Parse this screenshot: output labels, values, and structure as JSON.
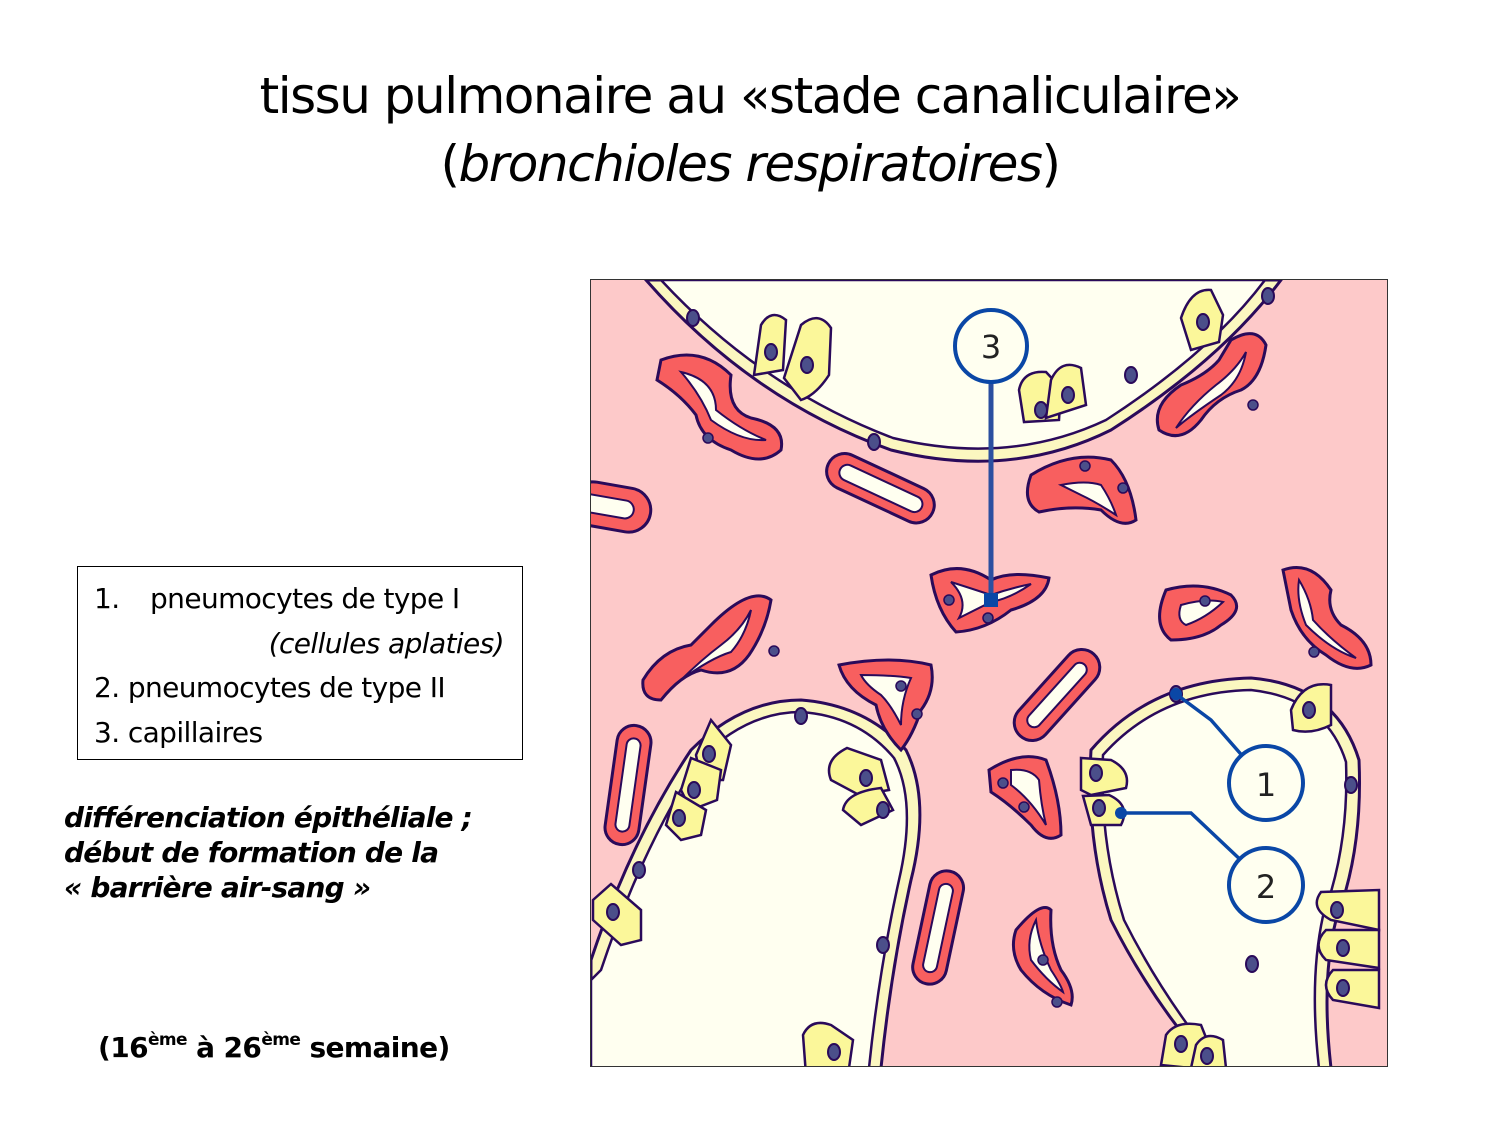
{
  "slide": {
    "title_line1": "tissu pulmonaire au «stade canaliculaire»",
    "title_line2_open": "(",
    "title_line2_italic": "bronchioles respiratoires",
    "title_line2_close": ")"
  },
  "legend": {
    "items": [
      {
        "number": "1.",
        "label": "pneumocytes de type I",
        "sublabel": "(cellules aplaties)"
      },
      {
        "number": "2.",
        "label": "pneumocytes de type II"
      },
      {
        "number": "3.",
        "label": "capillaires"
      }
    ]
  },
  "description": {
    "line1": "différenciation épithéliale ;",
    "line2": "début de formation de la",
    "line3": "« barrière air-sang »"
  },
  "period": {
    "open": "(16",
    "sup1": "ème",
    "mid": " à 26",
    "sup2": "ème",
    "close": " semaine)"
  },
  "diagram": {
    "callouts": [
      {
        "id": "1",
        "label": "1"
      },
      {
        "id": "2",
        "label": "2"
      },
      {
        "id": "3",
        "label": "3"
      }
    ],
    "colors": {
      "mesenchyme": "#fdc9c9",
      "airspace": "#fffff0",
      "capillary_wall": "#f85f5f",
      "outline": "#2a0a5a",
      "type2_cell": "#fbf79a",
      "nucleus": "#4b4f8a",
      "callout": "#0a47a6"
    }
  }
}
